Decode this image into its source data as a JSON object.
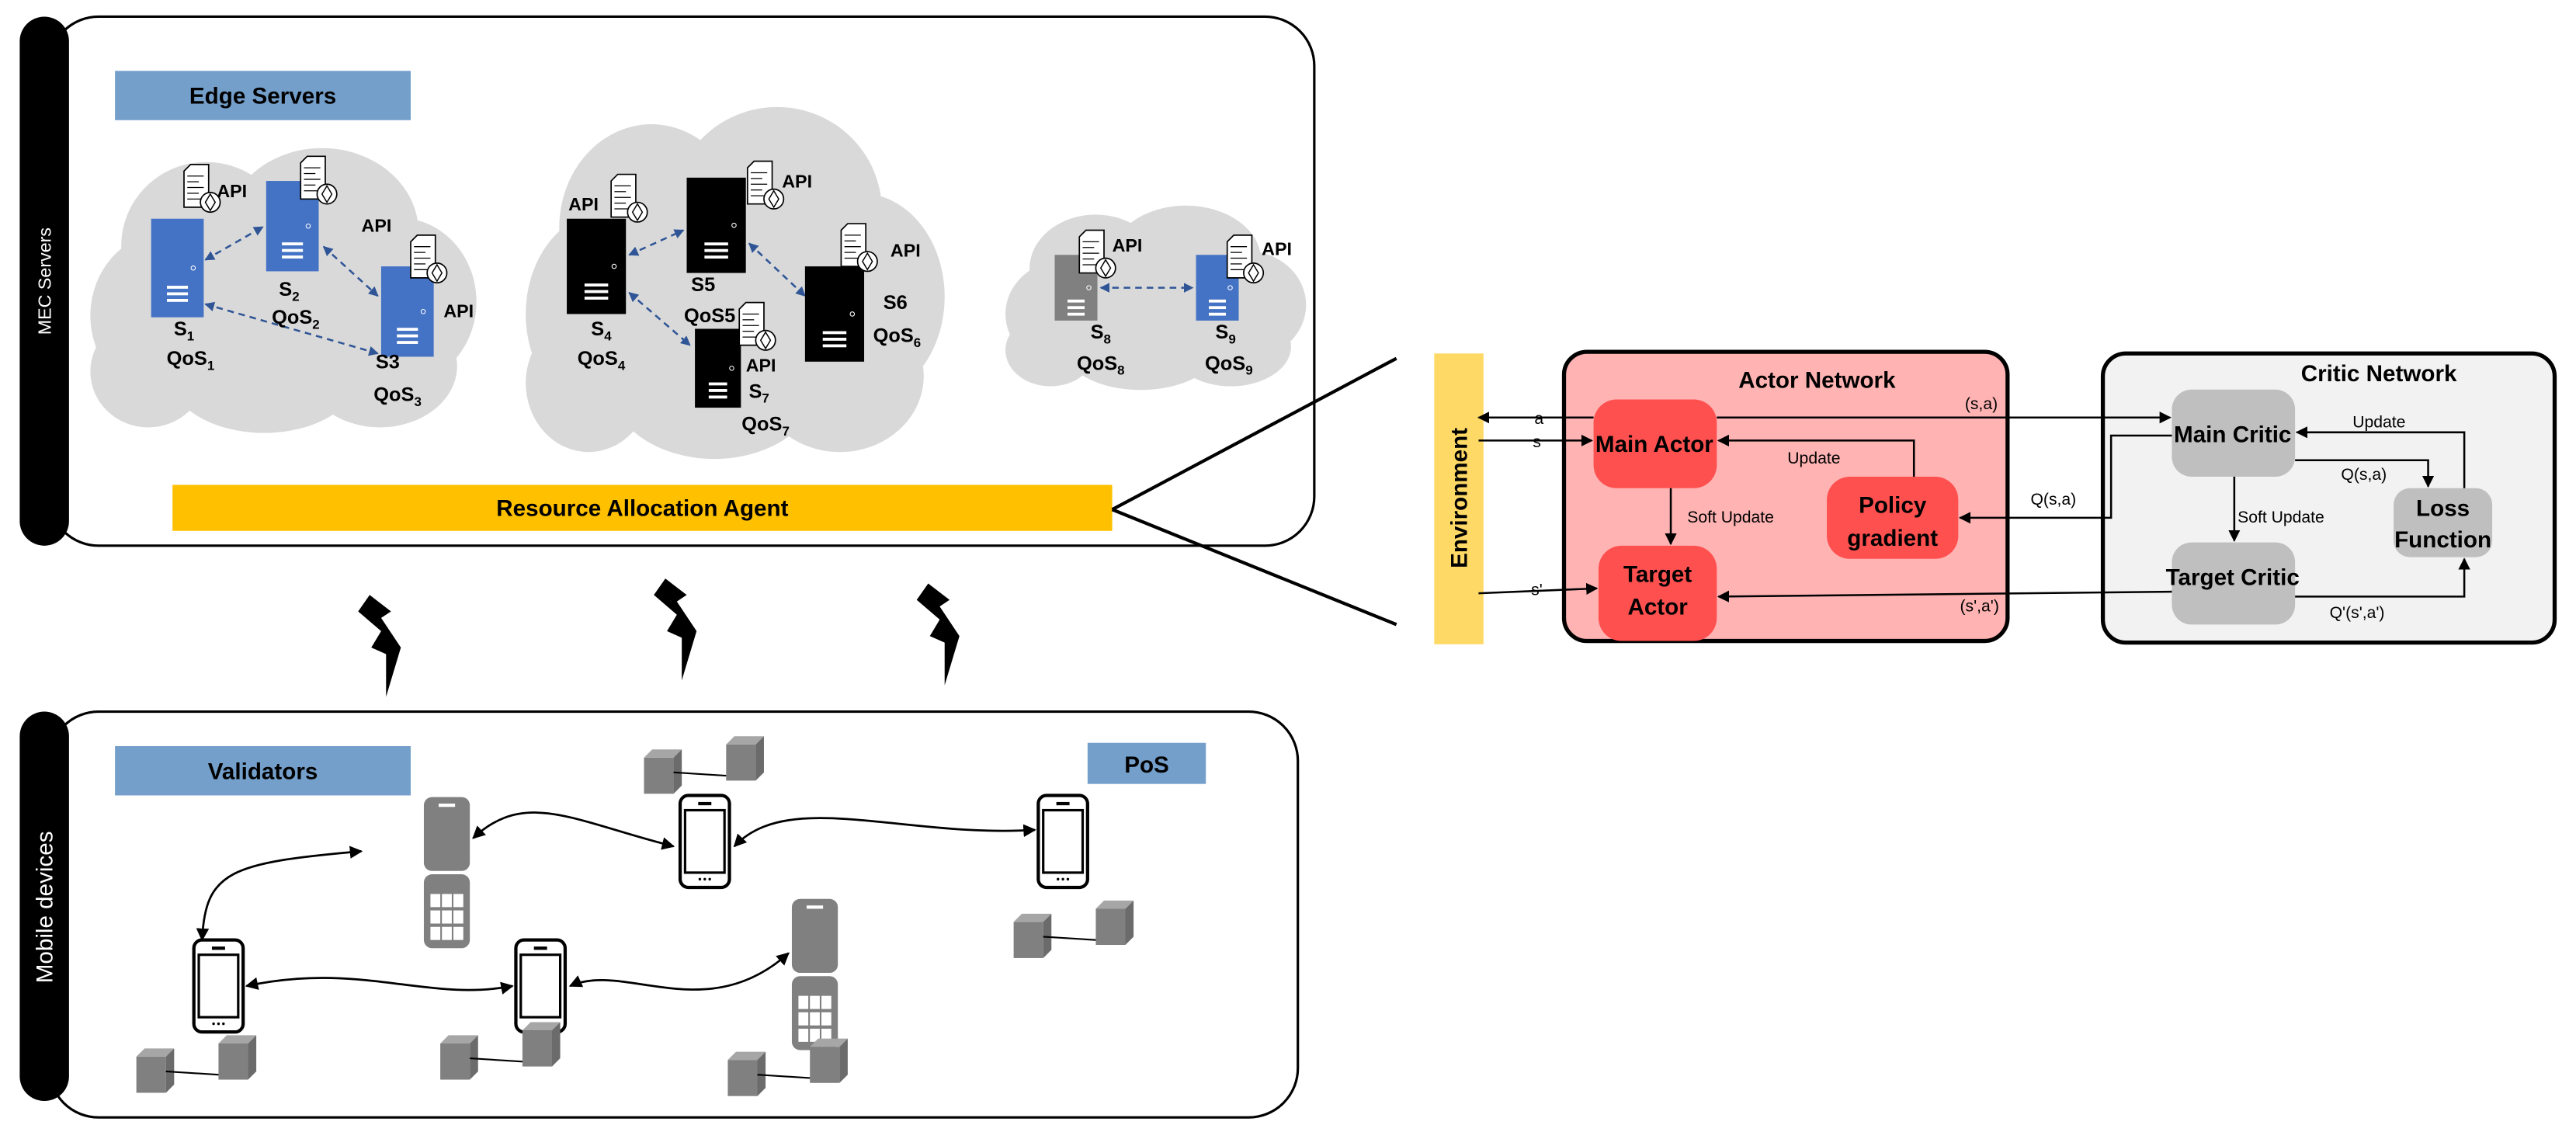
{
  "mec_panel": {
    "side_label": "MEC Servers",
    "header": "Edge Servers",
    "agent": "Resource Allocation Agent",
    "api_label": "API",
    "servers": [
      {
        "name": "S1",
        "sub": "1",
        "qos": "QoS",
        "qos_sub": "1",
        "color": "#4472c4"
      },
      {
        "name": "S2",
        "sub": "2",
        "qos": "QoS",
        "qos_sub": "2",
        "color": "#4472c4"
      },
      {
        "name": "S3",
        "sub": "",
        "qos": "QoS",
        "qos_sub": "3",
        "color": "#4472c4"
      },
      {
        "name": "S4",
        "sub": "4",
        "qos": "QoS",
        "qos_sub": "4",
        "color": "#000000"
      },
      {
        "name": "S5",
        "sub": "",
        "qos": "QoS5",
        "qos_sub": "",
        "color": "#000000"
      },
      {
        "name": "S6",
        "sub": "",
        "qos": "QoS",
        "qos_sub": "6",
        "color": "#000000"
      },
      {
        "name": "S7",
        "sub": "7",
        "qos": "QoS",
        "qos_sub": "7",
        "color": "#000000"
      },
      {
        "name": "S8",
        "sub": "8",
        "qos": "QoS",
        "qos_sub": "8",
        "color": "#808080"
      },
      {
        "name": "S9",
        "sub": "9",
        "qos": "QoS",
        "qos_sub": "9",
        "color": "#4472c4"
      }
    ]
  },
  "mobile_panel": {
    "side_label": "Mobile devices",
    "header": "Validators",
    "pos": "PoS"
  },
  "rl": {
    "environment": "Environment",
    "actor_network": {
      "title": "Actor Network",
      "main_actor": "Main Actor",
      "target_actor": [
        "Target",
        "Actor"
      ],
      "policy_gradient": [
        "Policy",
        "gradient"
      ],
      "soft_update": "Soft Update",
      "update": "Update"
    },
    "critic_network": {
      "title": "Critic Network",
      "main_critic": "Main Critic",
      "target_critic": "Target Critic",
      "loss_function": [
        "Loss",
        "Function"
      ],
      "soft_update": "Soft Update",
      "update": "Update"
    },
    "signals": {
      "a": "a",
      "s": "s",
      "s_prime": "s'",
      "sa": "(s,a)",
      "q_sa": "Q(s,a)",
      "q_sa_critic": "Q(s,a)",
      "s_a_prime": "(s',a')",
      "q_prime": "Q'(s',a')"
    }
  },
  "colors": {
    "header_blue": "#749fcb",
    "agent_yellow": "#ffc000",
    "environment_yellow": "#ffd966",
    "actor_bg": "#ffb3b3",
    "actor_box": "#ff5050",
    "critic_bg": "#f2f2f2",
    "critic_box": "#bfbfbf",
    "cloud": "#d9d9d9",
    "arrow_blue": "#2f5597"
  }
}
